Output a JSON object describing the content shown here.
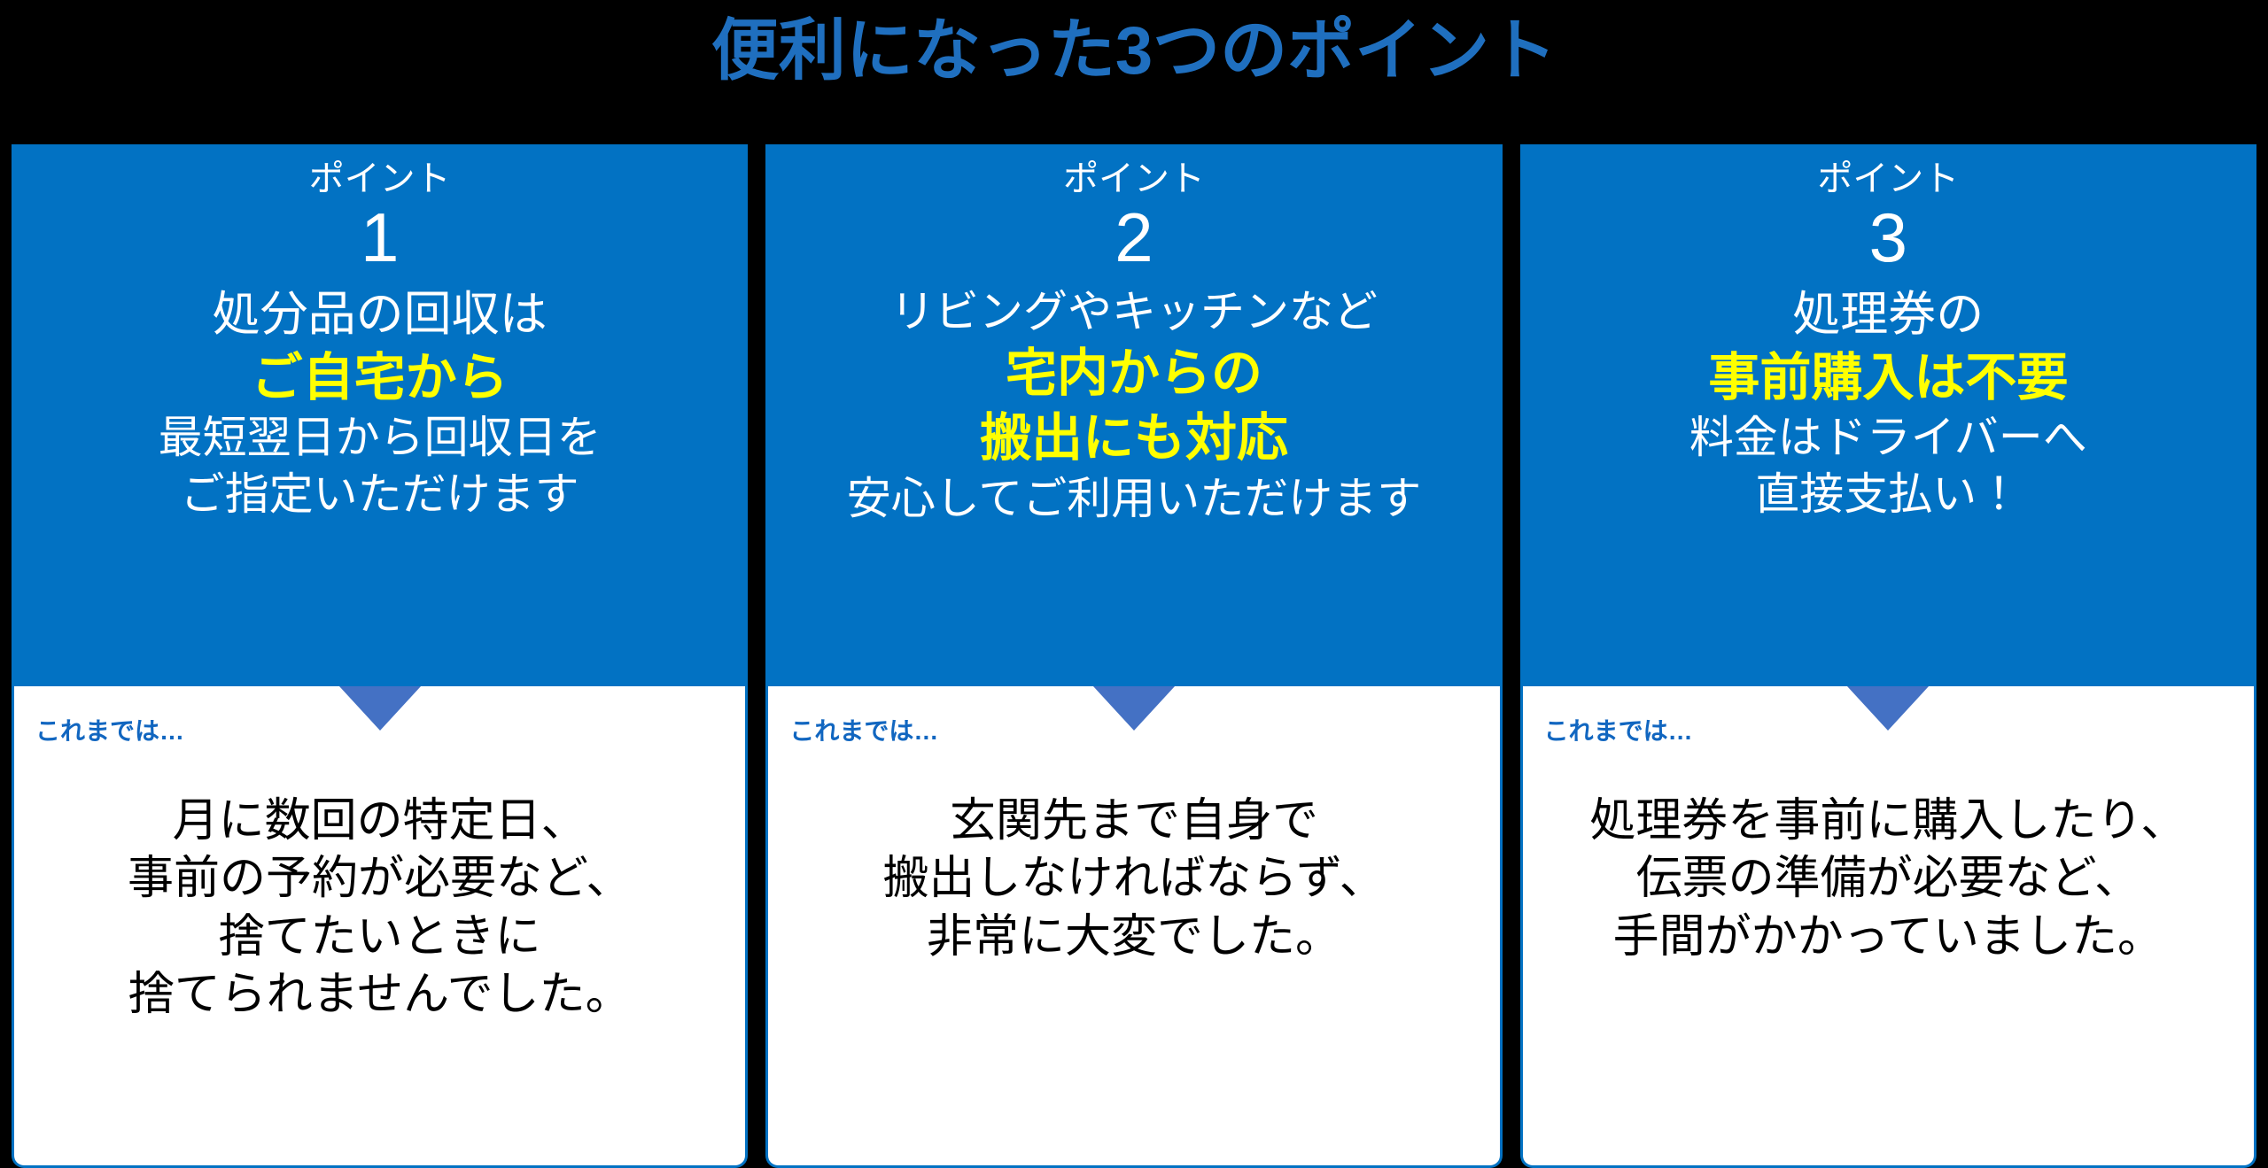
{
  "title": "便利になった3つのポイント",
  "colors": {
    "background": "#000000",
    "title_blue": "#1F6FBF",
    "card_blue": "#0272C3",
    "highlight_yellow": "#FFFF00",
    "arrow_blue": "#4471C4",
    "body_text": "#000000",
    "before_label_blue": "#1166C0",
    "card_white": "#FFFFFF"
  },
  "cards": [
    {
      "point_label": "ポイント",
      "number": "1",
      "head_lines": [
        {
          "text": "処分品の回収は",
          "style": "normal"
        },
        {
          "text": "ご自宅から",
          "style": "highlight"
        },
        {
          "text": "最短翌日から回収日を",
          "style": "small"
        },
        {
          "text": "ご指定いただけます",
          "style": "small"
        }
      ],
      "arrow": "down-triangle",
      "before_label": "これまでは…",
      "body_lines": [
        "月に数回の特定日、",
        "事前の予約が必要など、",
        "捨てたいときに",
        "捨てられませんでした。"
      ]
    },
    {
      "point_label": "ポイント",
      "number": "2",
      "head_lines": [
        {
          "text": "リビングやキッチンなど",
          "style": "small"
        },
        {
          "text": "宅内からの",
          "style": "highlight"
        },
        {
          "text": "搬出にも対応",
          "style": "highlight"
        },
        {
          "text": "安心してご利用いただけます",
          "style": "small"
        }
      ],
      "arrow": "down-triangle",
      "before_label": "これまでは…",
      "body_lines": [
        "玄関先まで自身で",
        "搬出しなければならず、",
        "非常に大変でした。"
      ]
    },
    {
      "point_label": "ポイント",
      "number": "3",
      "head_lines": [
        {
          "text": "処理券の",
          "style": "normal"
        },
        {
          "text": "事前購入は不要",
          "style": "highlight"
        },
        {
          "text": "料金はドライバーへ",
          "style": "small"
        },
        {
          "text": "直接支払い！",
          "style": "small"
        }
      ],
      "arrow": "down-triangle",
      "before_label": "これまでは…",
      "body_lines": [
        "処理券を事前に購入したり、",
        "伝票の準備が必要など、",
        "手間がかかっていました。"
      ]
    }
  ]
}
